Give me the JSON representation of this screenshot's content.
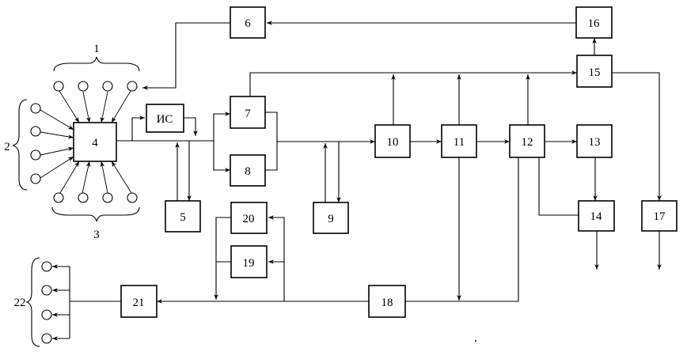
{
  "blocks": {
    "b4": "4",
    "is": "ИС",
    "b5": "5",
    "b6": "6",
    "b7": "7",
    "b8": "8",
    "b9": "9",
    "b10": "10",
    "b11": "11",
    "b12": "12",
    "b13": "13",
    "b14": "14",
    "b15": "15",
    "b16": "16",
    "b17": "17",
    "b18": "18",
    "b19": "19",
    "b20": "20",
    "b21": "21"
  },
  "group_labels": {
    "g1": "1",
    "g2": "2",
    "g3": "3",
    "g22": "22"
  }
}
